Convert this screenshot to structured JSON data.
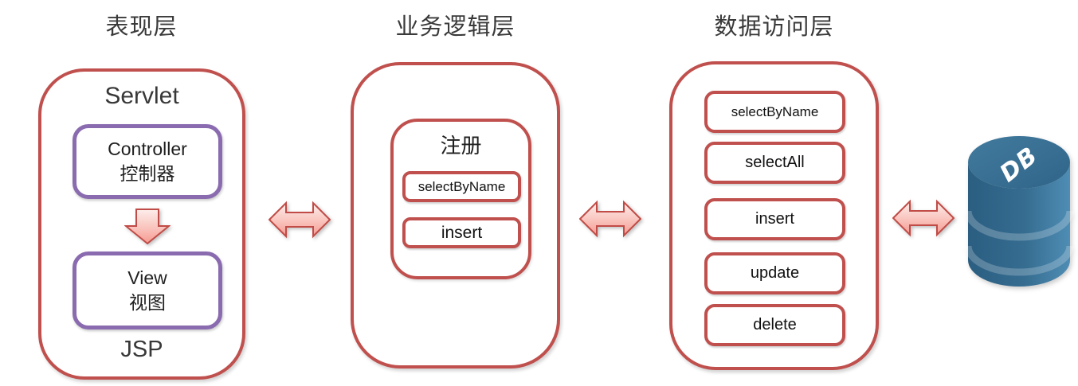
{
  "layers": {
    "presentation": {
      "title": "表现层",
      "header": "Servlet",
      "footer": "JSP",
      "controller": {
        "line1": "Controller",
        "line2": "控制器"
      },
      "view": {
        "line1": "View",
        "line2": "视图"
      }
    },
    "business": {
      "title": "业务逻辑层",
      "group": {
        "title": "注册",
        "methods": [
          "selectByName",
          "insert"
        ]
      }
    },
    "data_access": {
      "title": "数据访问层",
      "methods": [
        "selectByName",
        "selectAll",
        "insert",
        "update",
        "delete"
      ]
    }
  },
  "database": {
    "label": "DB"
  },
  "colors": {
    "container_border": "#c0504d",
    "purple_border": "#8a6bb0",
    "arrow_fill_top": "#fdeae8",
    "arrow_fill_bottom": "#f59a91",
    "arrow_stroke": "#c14b46",
    "db_body_dark": "#2b5e81",
    "db_body_light": "#4f8db4",
    "db_top": "#3a7093",
    "text_dark": "#3a3a3a"
  }
}
